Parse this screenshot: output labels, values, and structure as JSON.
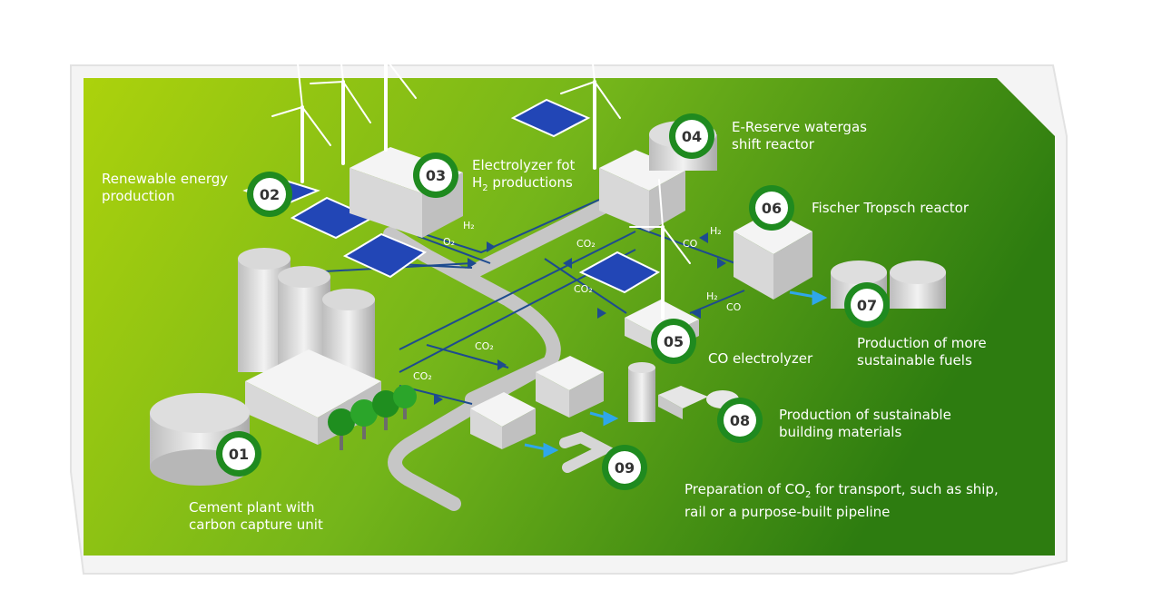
{
  "colors": {
    "bg_light": "#a7cf0c",
    "bg_mid": "#6cb11a",
    "bg_dark": "#2e7d10",
    "badge_ring": "#1f8a1f",
    "pipe": "#1d4b8f",
    "road": "#c9c9c9",
    "solar": "#2246b6"
  },
  "labels": {
    "l01": [
      "Cement plant with",
      "carbon capture unit"
    ],
    "l02": [
      "Renewable energy",
      "production"
    ],
    "l03_line1": "Electrolyzer fot",
    "l03_line2": "H",
    "l03_line2_sub": "2",
    "l03_line2_rest": " productions",
    "l04": [
      "E-Reserve watergas",
      "shift reactor"
    ],
    "l05": "CO electrolyzer",
    "l06": "Fischer Tropsch reactor",
    "l07": [
      "Production of more",
      "sustainable fuels"
    ],
    "l08": [
      "Production of sustainable",
      "building materials"
    ],
    "l09_line1_a": "Preparation of CO",
    "l09_line1_sub": "2",
    "l09_line1_b": " for transport, such as ship,",
    "l09_line2": "rail or a purpose-built pipeline"
  },
  "badges": [
    "01",
    "02",
    "03",
    "04",
    "05",
    "06",
    "07",
    "08",
    "09"
  ],
  "gas_labels": {
    "h2": "H₂",
    "o2": "O₂",
    "co2": "CO₂",
    "co": "CO"
  }
}
